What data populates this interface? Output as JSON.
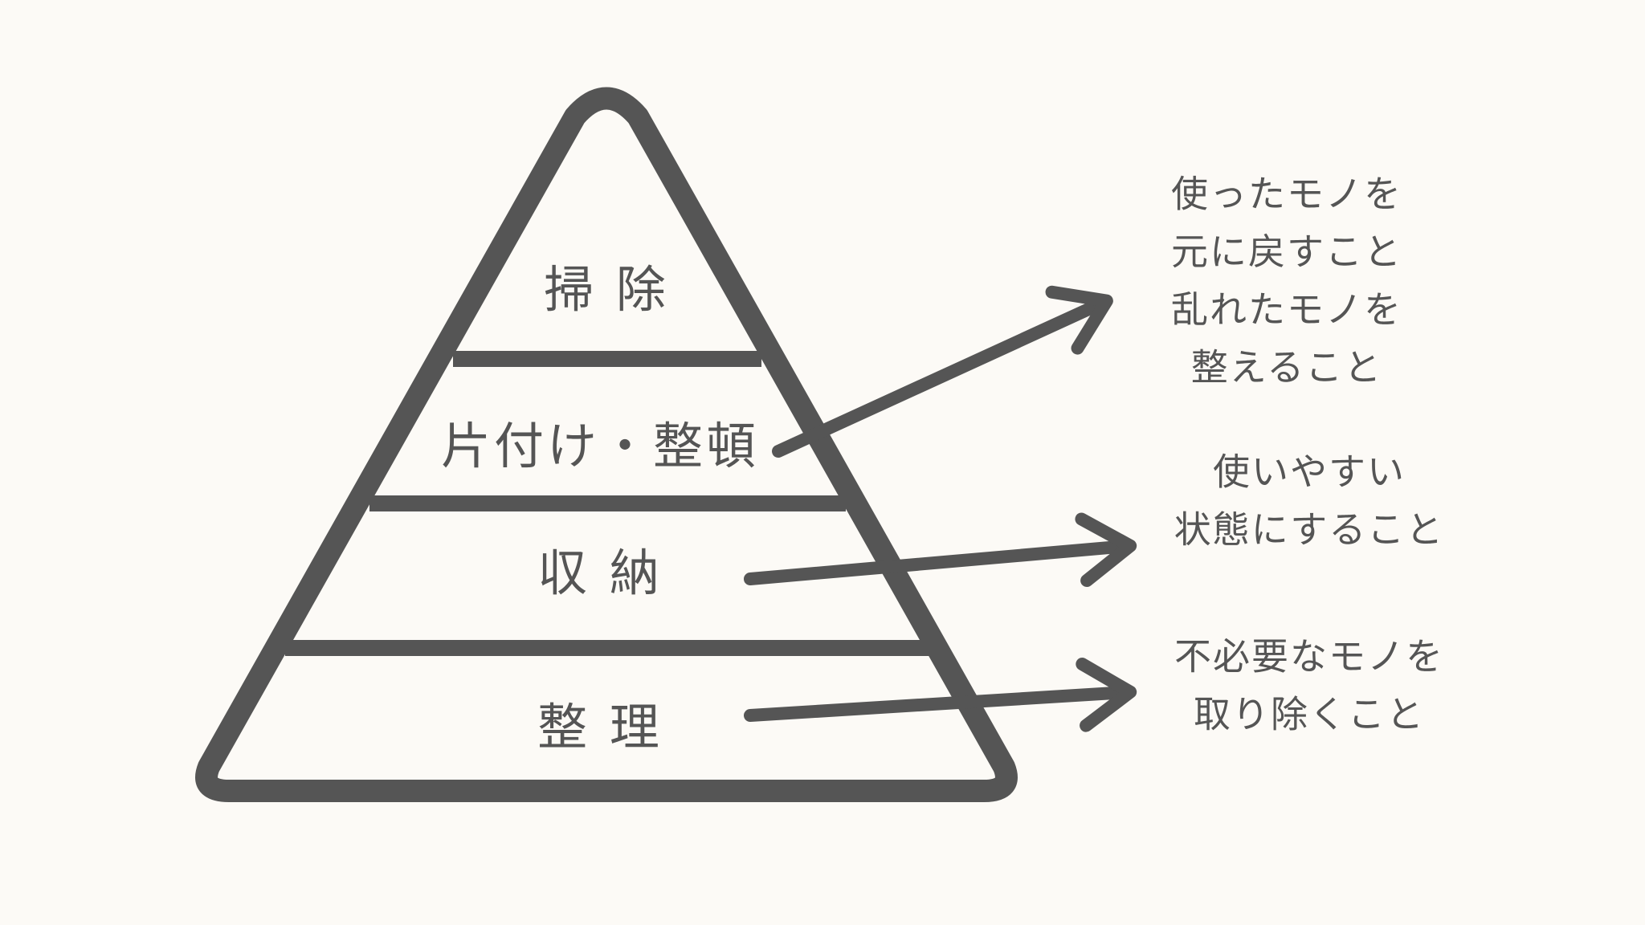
{
  "colors": {
    "background": "#fcfaf6",
    "ink": "#555555"
  },
  "pyramid": {
    "levels": [
      {
        "label": "掃 除"
      },
      {
        "label": "片付け・整頓"
      },
      {
        "label": "収 納"
      },
      {
        "label": "整 理"
      }
    ]
  },
  "notes": [
    {
      "lines": [
        "使ったモノを",
        "元に戻すこと",
        "乱れたモノを",
        "整えること"
      ]
    },
    {
      "lines": [
        "使いやすい",
        "状態にすること"
      ]
    },
    {
      "lines": [
        "不必要なモノを",
        "取り除くこと"
      ]
    }
  ]
}
